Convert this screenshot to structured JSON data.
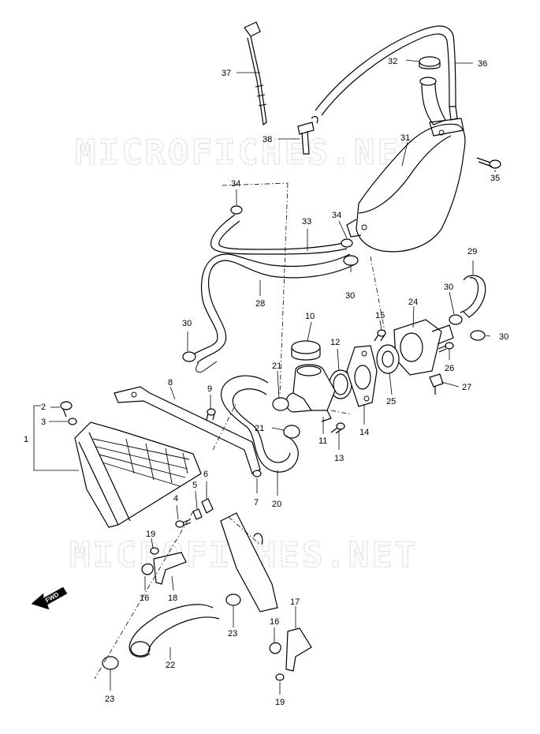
{
  "watermark": "MICROFICHES.NET",
  "fwd_label": "FWD",
  "callouts": [
    "1",
    "2",
    "3",
    "4",
    "5",
    "6",
    "7",
    "8",
    "9",
    "10",
    "11",
    "12",
    "13",
    "14",
    "15",
    "16",
    "16",
    "17",
    "18",
    "19",
    "19",
    "20",
    "21",
    "21",
    "22",
    "23",
    "23",
    "24",
    "25",
    "26",
    "27",
    "28",
    "29",
    "30",
    "30",
    "30",
    "30",
    "31",
    "32",
    "33",
    "34",
    "34",
    "35",
    "36",
    "37",
    "38"
  ]
}
